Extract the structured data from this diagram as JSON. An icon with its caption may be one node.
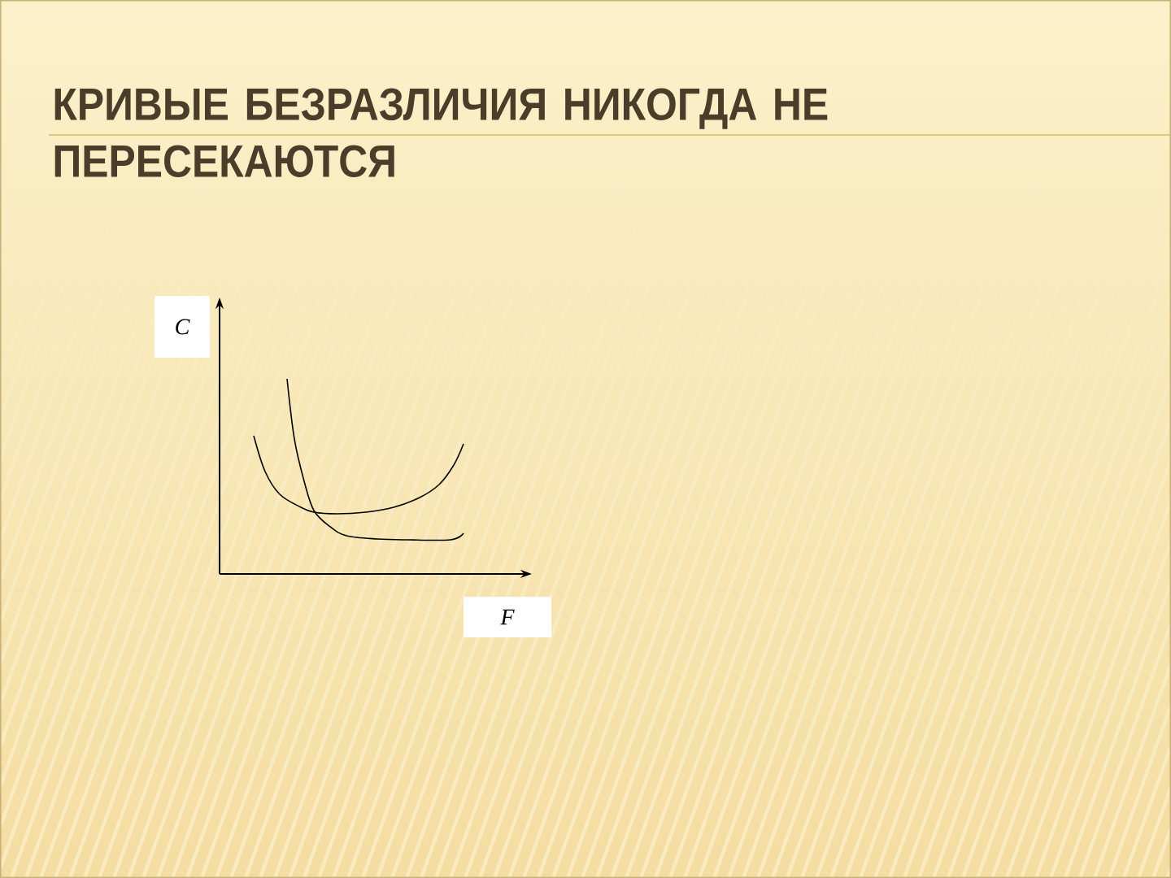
{
  "diagram": {
    "title": "КРИВЫЕ БЕЗРАЗЛИЧИЯ НИКОГДА НЕ ПЕРЕСЕКАЮТСЯ",
    "labels": [
      "C",
      "F"
    ]
  }
}
